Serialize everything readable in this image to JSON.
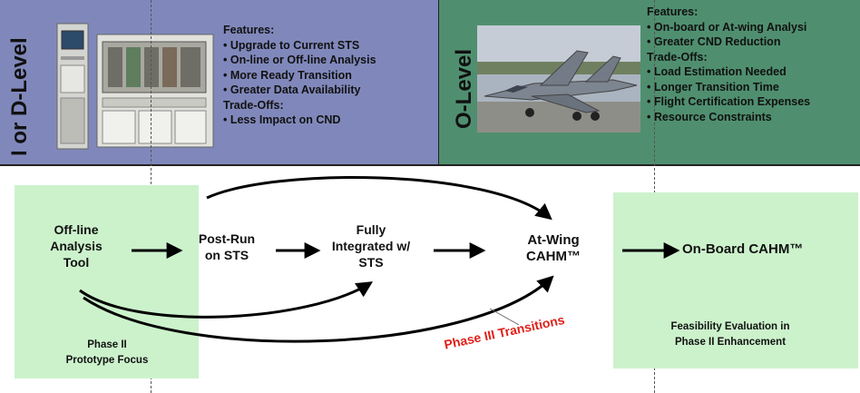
{
  "left_panel": {
    "level_label": "I or D-Level",
    "features_heading": "Features:",
    "features": [
      "• Upgrade to Current STS",
      "• On-line or Off-line Analysis",
      "• More Ready Transition",
      "• Greater Data Availability"
    ],
    "tradeoffs_heading": "Trade-Offs:",
    "tradeoffs": [
      "• Less Impact on CND"
    ],
    "color": "#8088bb"
  },
  "right_panel": {
    "level_label": "O-Level",
    "features_heading": "Features:",
    "features": [
      "• On-board or At-wing Analysi",
      "• Greater CND Reduction"
    ],
    "tradeoffs_heading": "Trade-Offs:",
    "tradeoffs": [
      "• Load Estimation Needed",
      "• Longer Transition Time",
      "• Flight Certification Expenses",
      "• Resource Constraints"
    ],
    "color": "#4f8f6f"
  },
  "flow": {
    "offline_tool": [
      "Off-line",
      "Analysis",
      "Tool"
    ],
    "post_run": [
      "Post-Run",
      "on STS"
    ],
    "fully_integrated": [
      "Fully",
      "Integrated w/",
      "STS"
    ],
    "at_wing": [
      "At-Wing",
      "CAHM™"
    ],
    "on_board": "On-Board CAHM™"
  },
  "notes": {
    "prototype_focus": [
      "Phase II",
      "Prototype Focus"
    ],
    "feasibility": [
      "Feasibility Evaluation in",
      "Phase II Enhancement"
    ],
    "phase3_transitions": "Phase III Transitions"
  },
  "colors": {
    "green_box": "#ccf2cc",
    "phase3_text": "#e0201a",
    "arrow": "#000000"
  }
}
